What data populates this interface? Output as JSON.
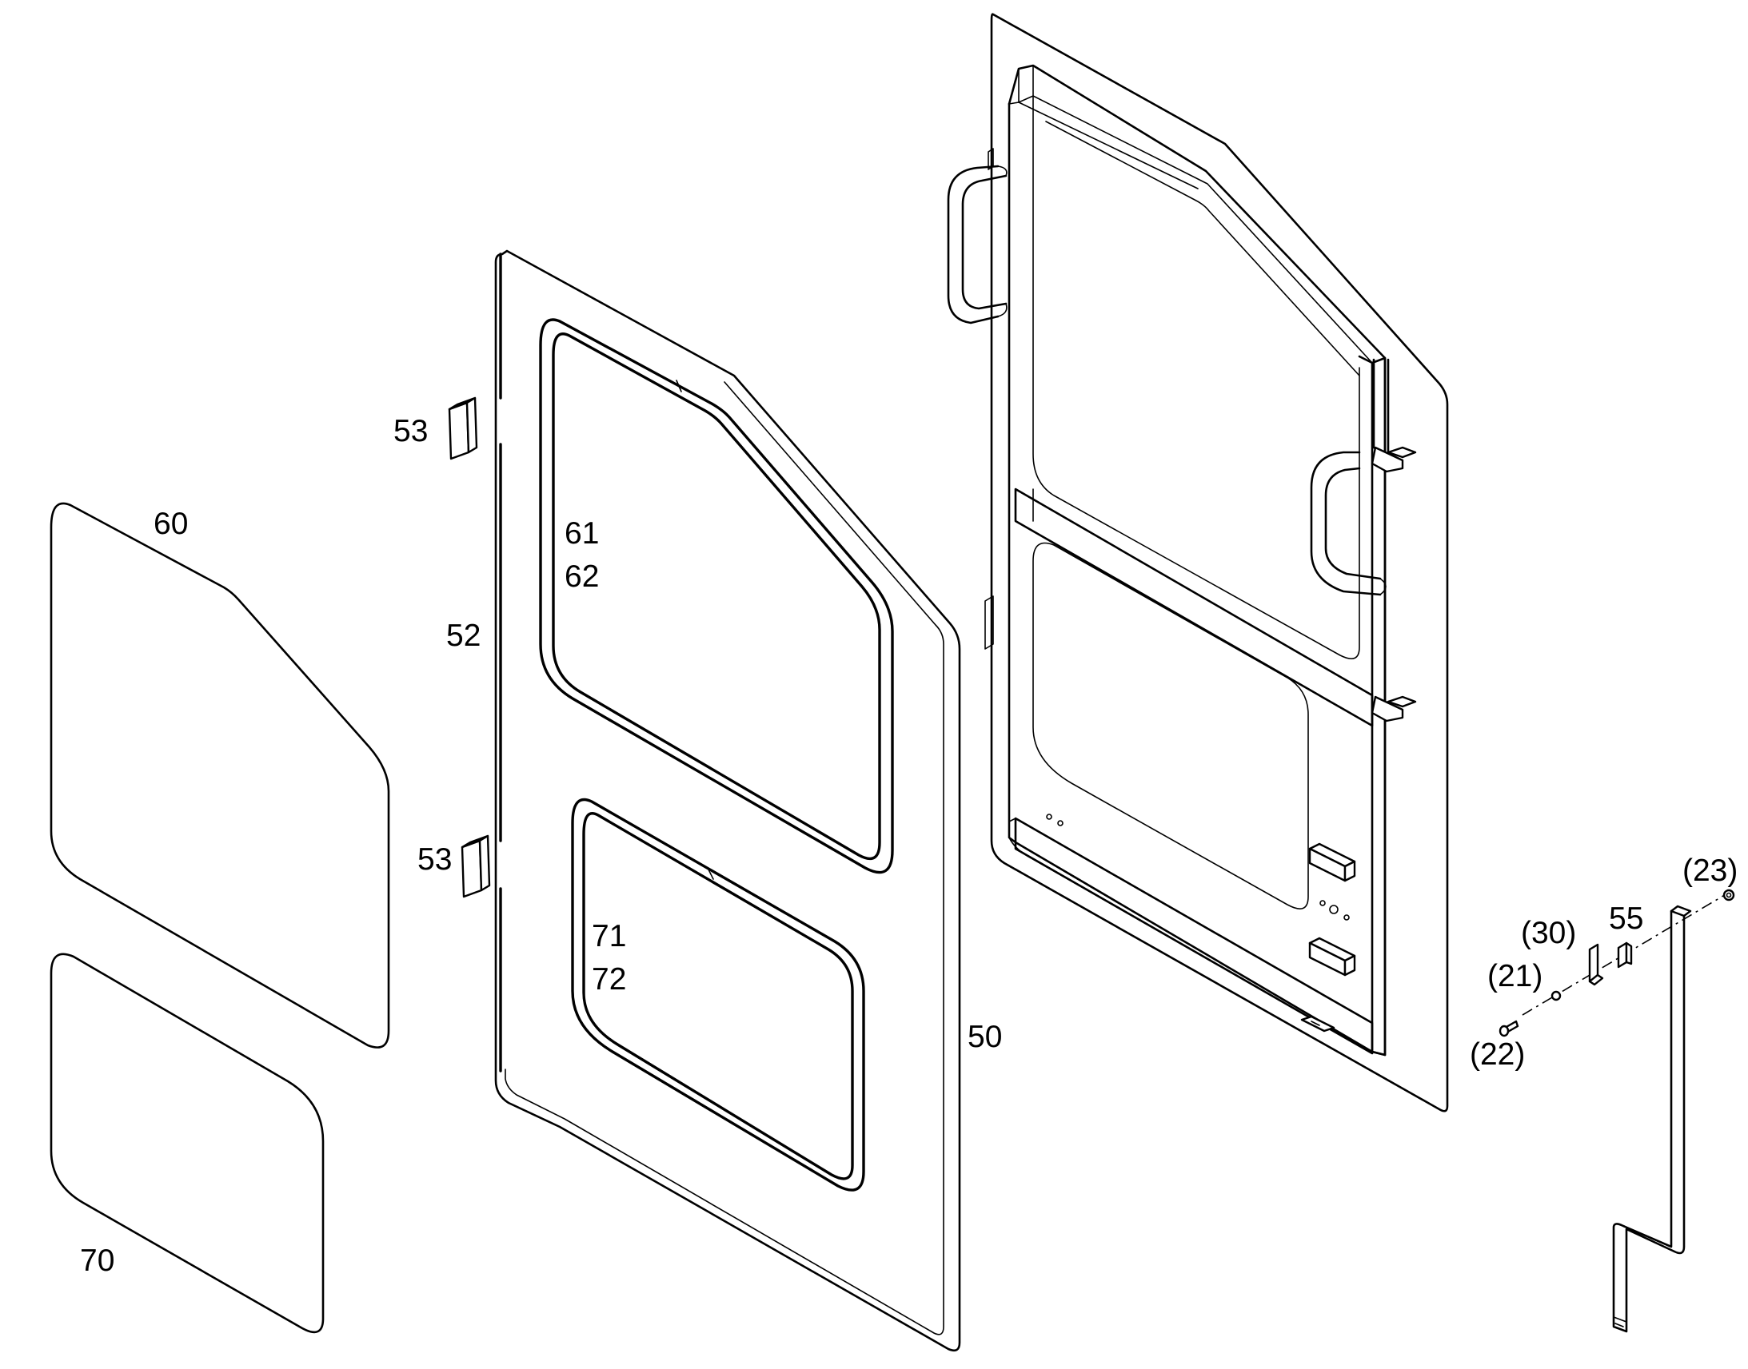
{
  "labels": {
    "p50": "50",
    "p52": "52",
    "p53_top": "53",
    "p53_bottom": "53",
    "p55": "55",
    "p60": "60",
    "p61": "61",
    "p62": "62",
    "p70": "70",
    "p71": "71",
    "p72": "72",
    "p21": "(21)",
    "p22": "(22)",
    "p23": "(23)",
    "p30": "(30)"
  }
}
